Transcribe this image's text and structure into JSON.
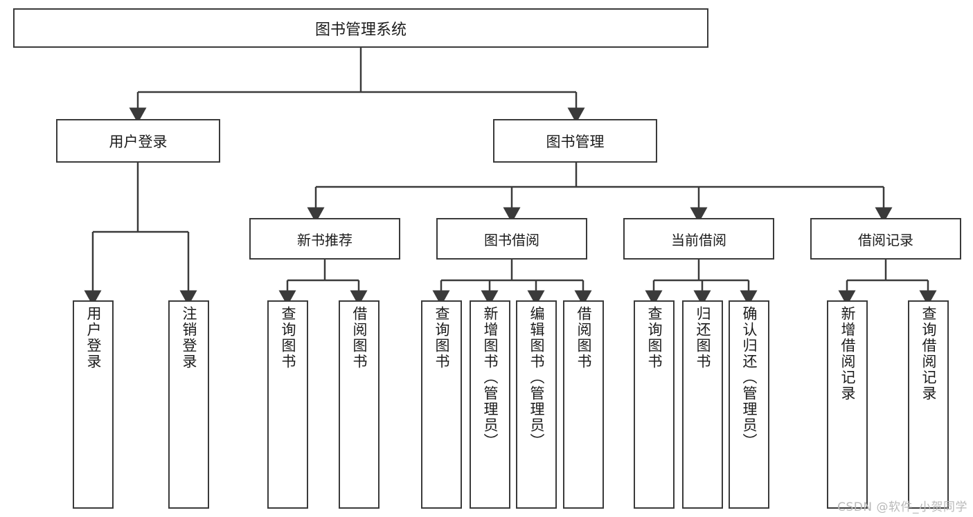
{
  "diagram": {
    "type": "tree",
    "title": "图书管理系统",
    "watermark": "CSDN @软件_小贺同学",
    "colors": {
      "box_border": "#3a3a3a",
      "box_fill": "#ffffff",
      "line": "#3a3a3a",
      "text": "#1b1b1b",
      "watermark": "#b9b9b9"
    },
    "root": {
      "label": "图书管理系统"
    },
    "level1": [
      {
        "label": "用户登录"
      },
      {
        "label": "图书管理"
      }
    ],
    "level2": [
      {
        "label": "新书推荐"
      },
      {
        "label": "图书借阅"
      },
      {
        "label": "当前借阅"
      },
      {
        "label": "借阅记录"
      }
    ],
    "leaves": {
      "user_login": [
        {
          "label": "用户登录"
        },
        {
          "label": "注销登录"
        }
      ],
      "new_book": [
        {
          "label": "查询图书"
        },
        {
          "label": "借阅图书"
        }
      ],
      "book_borrow": [
        {
          "label": "查询图书"
        },
        {
          "label": "新增图书（管理员）"
        },
        {
          "label": "编辑图书（管理员）"
        },
        {
          "label": "借阅图书"
        }
      ],
      "current_borrow": [
        {
          "label": "查询图书"
        },
        {
          "label": "归还图书"
        },
        {
          "label": "确认归还（管理员）"
        }
      ],
      "borrow_record": [
        {
          "label": "新增借阅记录"
        },
        {
          "label": "查询借阅记录"
        }
      ]
    }
  }
}
